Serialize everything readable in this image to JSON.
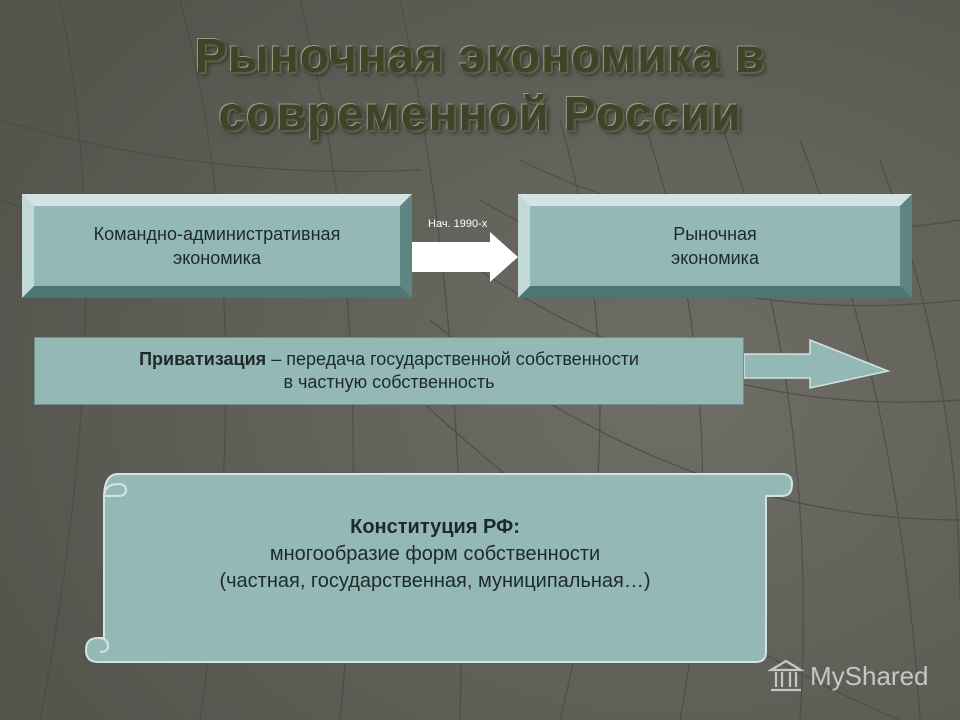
{
  "title": {
    "line1": "Рыночная экономика в",
    "line2": "современной России"
  },
  "transition": {
    "from": {
      "line1": "Командно-административная",
      "line2": "экономика"
    },
    "label": "Нач. 1990-х",
    "to": {
      "line1": "Рыночная",
      "line2": "экономика"
    }
  },
  "privatization": {
    "term": "Приватизация",
    "definition_line1": " – передача государственной собственности",
    "definition_line2": "в частную собственность"
  },
  "constitution": {
    "heading": "Конституция РФ:",
    "line1": "многообразие форм собственности",
    "line2": "(частная, государственная, муниципальная…)"
  },
  "watermark": {
    "text": "MyShared",
    "icon": "classical-building-icon"
  },
  "colors": {
    "box_fill": "#93b8b5",
    "background": "#62625a",
    "title": "#3f4328"
  }
}
